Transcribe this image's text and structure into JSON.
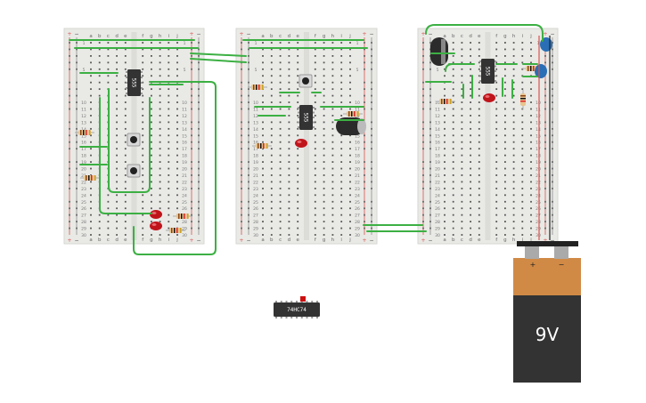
{
  "breadboards": [
    {
      "id": "bb1",
      "cols_top": [
        "a",
        "b",
        "c",
        "d",
        "e",
        "",
        "f",
        "g",
        "h",
        "i",
        "j"
      ],
      "cols_bottom": [
        "a",
        "b",
        "c",
        "d",
        "e",
        "",
        "f",
        "g",
        "h",
        "i",
        "j"
      ],
      "rail_plus": "+",
      "rail_minus": "−",
      "row_numbers": [
        "1",
        "",
        "",
        "",
        "5",
        "",
        "",
        "",
        "",
        "10",
        "11",
        "12",
        "13",
        "14",
        "15",
        "16",
        "17",
        "18",
        "19",
        "20",
        "21",
        "22",
        "23",
        "24",
        "25",
        "26",
        "27",
        "28",
        "29",
        "30"
      ]
    },
    {
      "id": "bb2",
      "cols_top": [
        "a",
        "b",
        "c",
        "d",
        "e",
        "",
        "f",
        "g",
        "h",
        "i",
        "j"
      ],
      "cols_bottom": [
        "a",
        "b",
        "c",
        "d",
        "e",
        "",
        "f",
        "g",
        "h",
        "i",
        "j"
      ],
      "rail_plus": "+",
      "rail_minus": "−",
      "row_numbers": [
        "1",
        "",
        "",
        "",
        "5",
        "",
        "",
        "",
        "",
        "10",
        "11",
        "12",
        "13",
        "14",
        "15",
        "16",
        "17",
        "18",
        "19",
        "20",
        "21",
        "22",
        "23",
        "24",
        "25",
        "26",
        "27",
        "28",
        "29",
        "30"
      ]
    },
    {
      "id": "bb3",
      "cols_top": [
        "a",
        "b",
        "c",
        "d",
        "e",
        "",
        "f",
        "g",
        "h",
        "i",
        "j"
      ],
      "cols_bottom": [
        "a",
        "b",
        "c",
        "d",
        "e",
        "",
        "f",
        "g",
        "h",
        "i",
        "j"
      ],
      "rail_plus": "+",
      "rail_minus": "−",
      "row_numbers": [
        "1",
        "",
        "",
        "",
        "5",
        "",
        "",
        "",
        "",
        "10",
        "11",
        "12",
        "13",
        "14",
        "15",
        "16",
        "17",
        "18",
        "19",
        "20",
        "21",
        "22",
        "23",
        "24",
        "25",
        "26",
        "27",
        "28",
        "29",
        "30"
      ]
    }
  ],
  "chips": {
    "timer_label": "555",
    "flipflop_label": "74HC74"
  },
  "battery": {
    "label": "9V",
    "plus": "+",
    "minus": "−"
  },
  "colors": {
    "breadboard": "#e9e9e6",
    "wire": "#3cb043",
    "led": "#c0141b",
    "chip": "#333333",
    "battery_top": "#d08a46",
    "battery_body": "#333333",
    "capacitor": "#2a6fb5",
    "rail_red": "#d9534f"
  }
}
